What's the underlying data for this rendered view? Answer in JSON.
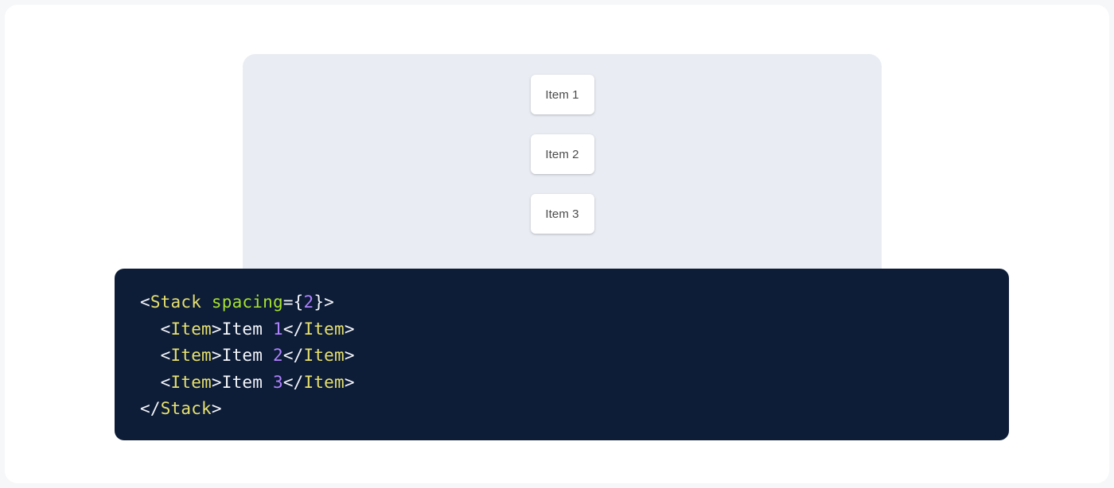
{
  "preview": {
    "container_bg": "#e9ecf2",
    "items": [
      {
        "label": "Item 1"
      },
      {
        "label": "Item 2"
      },
      {
        "label": "Item 3"
      }
    ]
  },
  "code": {
    "language": "jsx",
    "background": "#0d1c37",
    "colors": {
      "punctuation": "#f4f6fa",
      "tag": "#e6e06e",
      "attribute": "#a6e22e",
      "number": "#ae81ff",
      "text": "#f4f6fa"
    },
    "lines": [
      {
        "tokens": [
          {
            "t": "<",
            "k": "punct"
          },
          {
            "t": "Stack",
            "k": "tag"
          },
          {
            "t": " ",
            "k": "text"
          },
          {
            "t": "spacing",
            "k": "attr"
          },
          {
            "t": "={",
            "k": "punct"
          },
          {
            "t": "2",
            "k": "num"
          },
          {
            "t": "}>",
            "k": "punct"
          }
        ]
      },
      {
        "tokens": [
          {
            "t": "  <",
            "k": "punct"
          },
          {
            "t": "Item",
            "k": "tag"
          },
          {
            "t": ">",
            "k": "punct"
          },
          {
            "t": "Item ",
            "k": "text"
          },
          {
            "t": "1",
            "k": "num"
          },
          {
            "t": "</",
            "k": "punct"
          },
          {
            "t": "Item",
            "k": "tag"
          },
          {
            "t": ">",
            "k": "punct"
          }
        ]
      },
      {
        "tokens": [
          {
            "t": "  <",
            "k": "punct"
          },
          {
            "t": "Item",
            "k": "tag"
          },
          {
            "t": ">",
            "k": "punct"
          },
          {
            "t": "Item ",
            "k": "text"
          },
          {
            "t": "2",
            "k": "num"
          },
          {
            "t": "</",
            "k": "punct"
          },
          {
            "t": "Item",
            "k": "tag"
          },
          {
            "t": ">",
            "k": "punct"
          }
        ]
      },
      {
        "tokens": [
          {
            "t": "  <",
            "k": "punct"
          },
          {
            "t": "Item",
            "k": "tag"
          },
          {
            "t": ">",
            "k": "punct"
          },
          {
            "t": "Item ",
            "k": "text"
          },
          {
            "t": "3",
            "k": "num"
          },
          {
            "t": "</",
            "k": "punct"
          },
          {
            "t": "Item",
            "k": "tag"
          },
          {
            "t": ">",
            "k": "punct"
          }
        ]
      },
      {
        "tokens": [
          {
            "t": "</",
            "k": "punct"
          },
          {
            "t": "Stack",
            "k": "tag"
          },
          {
            "t": ">",
            "k": "punct"
          }
        ]
      }
    ]
  }
}
